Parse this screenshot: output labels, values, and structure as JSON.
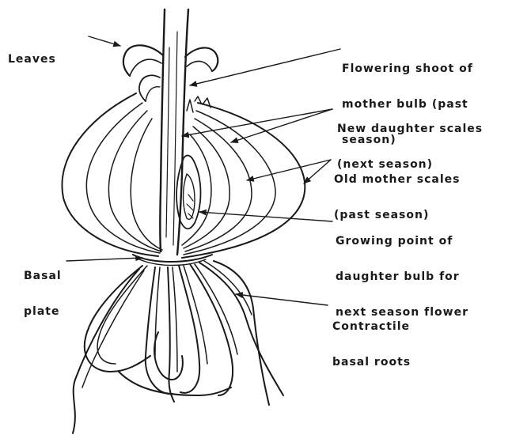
{
  "labels": {
    "leaves": "Leaves",
    "flowering_shoot": [
      "Flowering shoot of",
      "mother bulb (past",
      "season)"
    ],
    "new_scales": [
      "New daughter scales",
      "(next season)"
    ],
    "old_scales": [
      "Old mother scales",
      "(past season)"
    ],
    "growing_point": [
      "Growing point of",
      "daughter bulb for",
      "next season flower"
    ],
    "basal_plate": [
      "Basal",
      "plate"
    ],
    "roots": [
      "Contractile",
      "basal roots"
    ]
  },
  "colors": {
    "ink": "#1a1a1a",
    "background": "#ffffff"
  }
}
